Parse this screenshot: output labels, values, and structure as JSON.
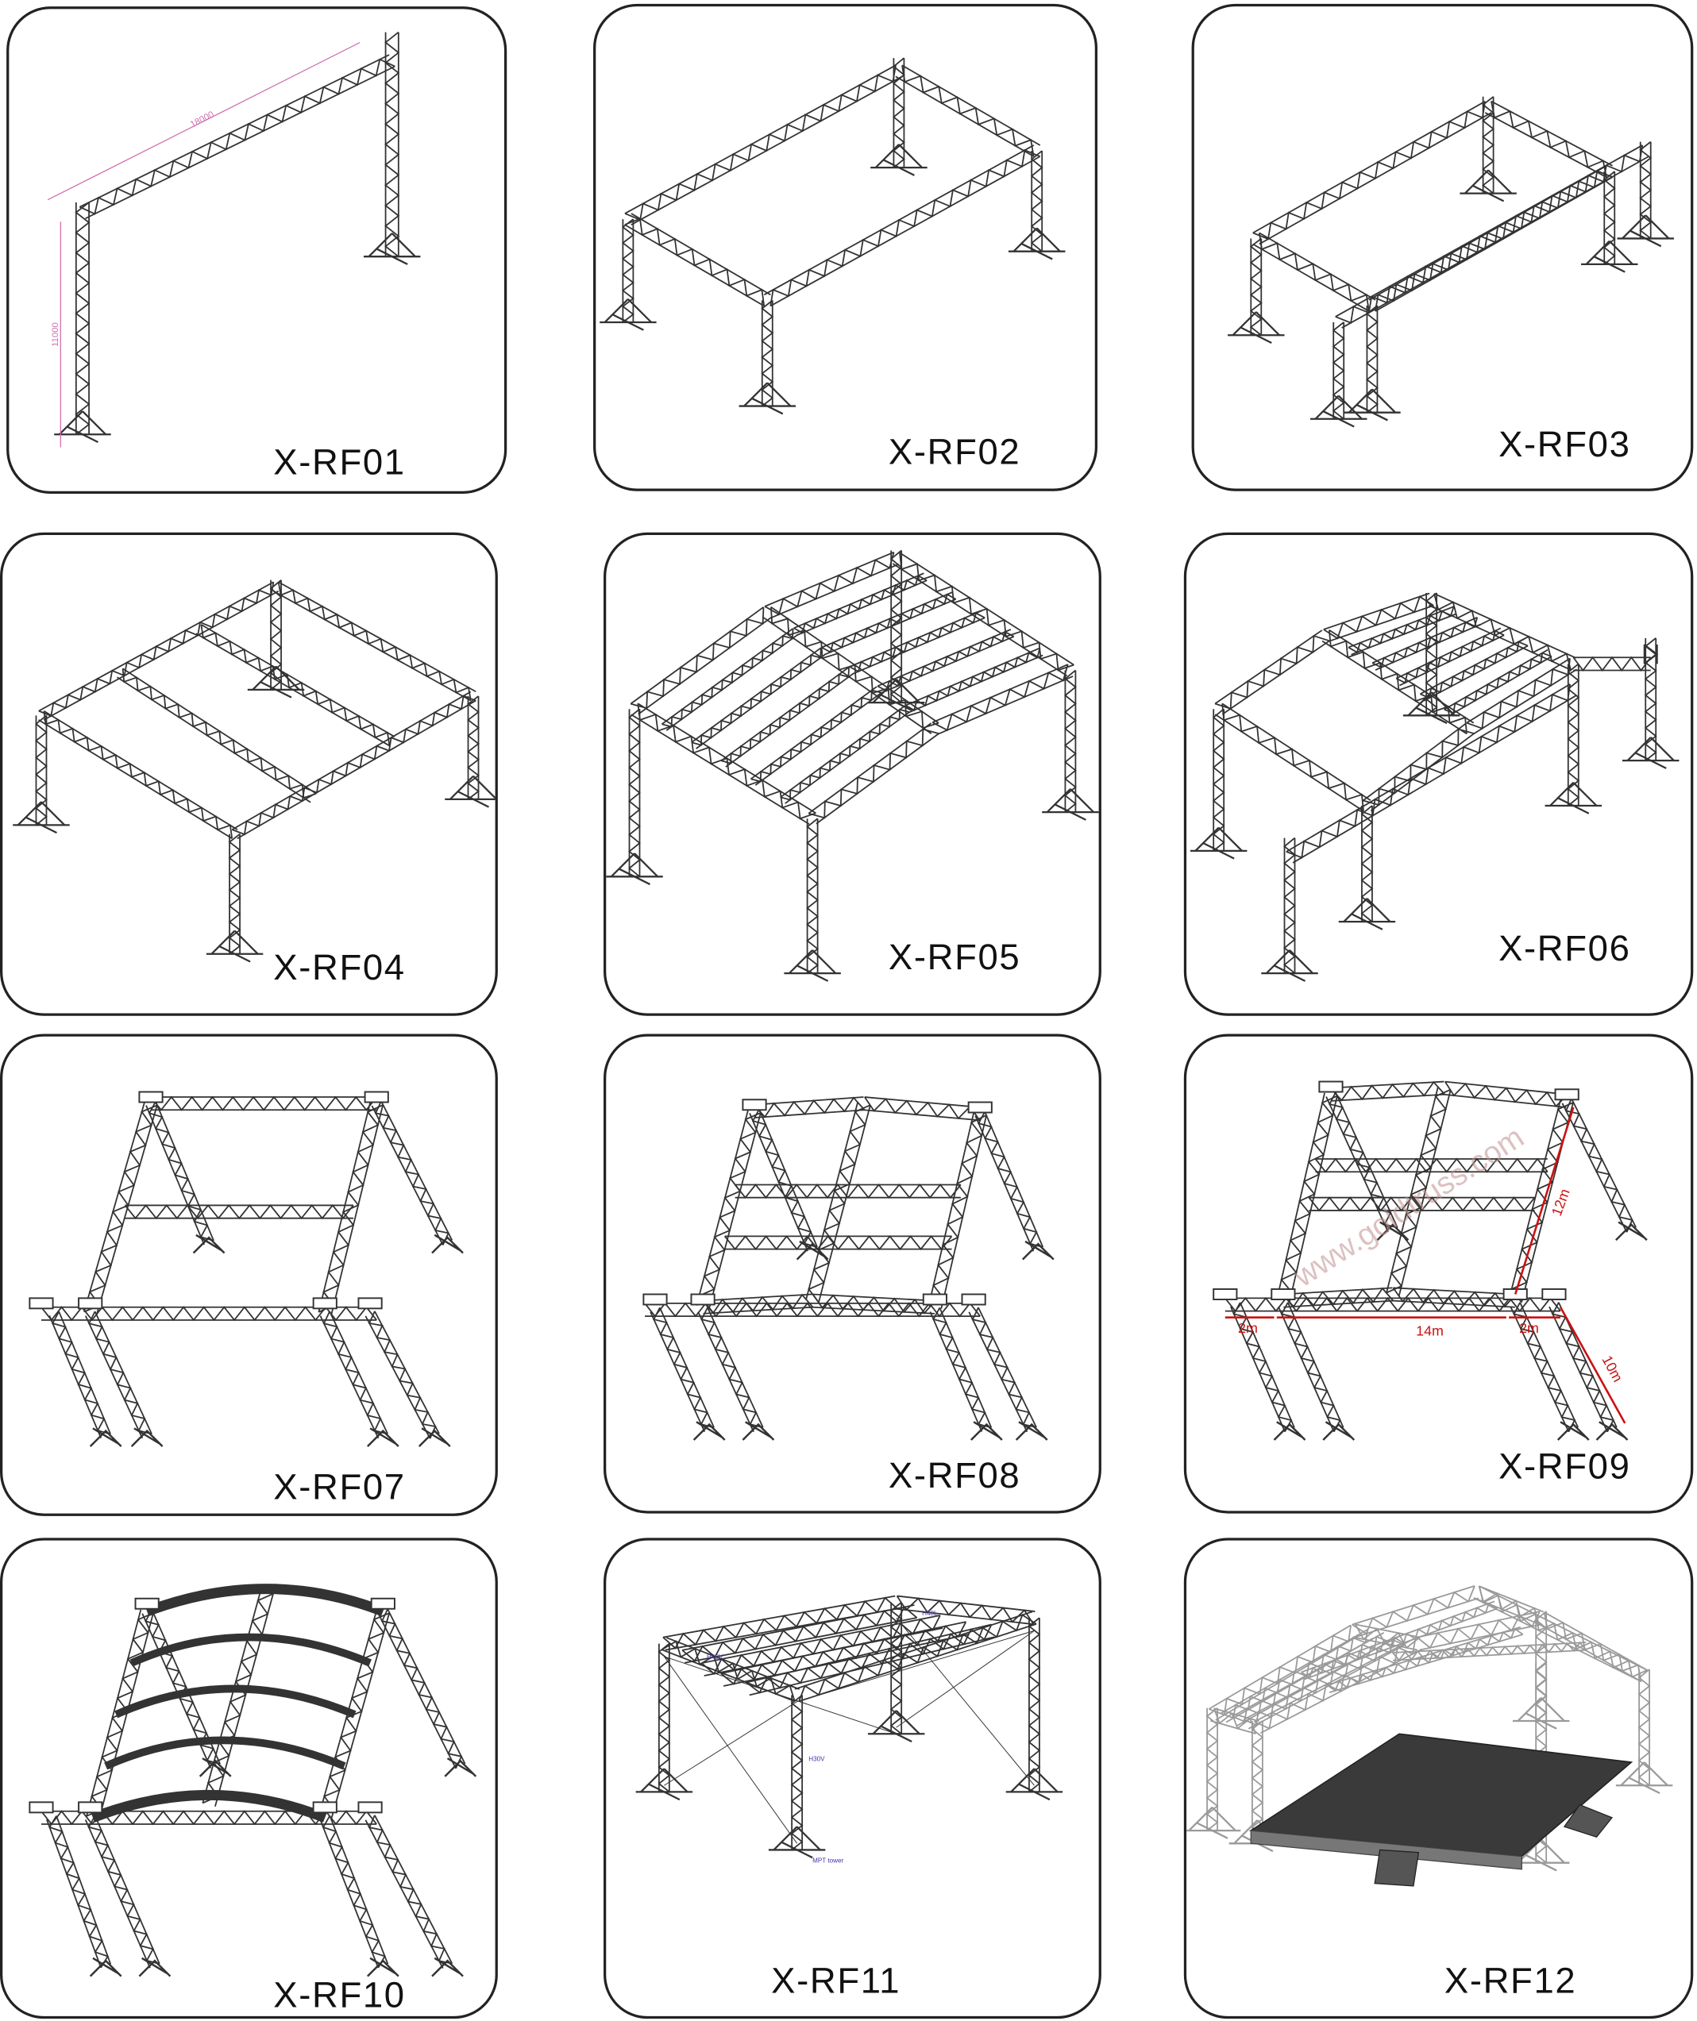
{
  "products": [
    {
      "code": "X-RF01",
      "annotations": [
        "18000",
        "11000"
      ]
    },
    {
      "code": "X-RF02"
    },
    {
      "code": "X-RF03"
    },
    {
      "code": "X-RF04"
    },
    {
      "code": "X-RF05"
    },
    {
      "code": "X-RF06"
    },
    {
      "code": "X-RF07"
    },
    {
      "code": "X-RF08"
    },
    {
      "code": "X-RF09",
      "annotations": [
        "2m",
        "14m",
        "2m",
        "12m",
        "10m"
      ],
      "watermark": "www.goldtruss.com"
    },
    {
      "code": "X-RF10"
    },
    {
      "code": "X-RF11",
      "annotations": [
        "H40V",
        "H40L",
        "H30V",
        "MPT tower"
      ]
    },
    {
      "code": "X-RF12"
    }
  ],
  "colors": {
    "truss": "#333333",
    "dimension_pink": "#d070b0",
    "dimension_red": "#cc1111",
    "annotation_blue": "#4433aa",
    "stage_dark": "#3a3a3a",
    "truss_light": "#9a9a9a"
  }
}
